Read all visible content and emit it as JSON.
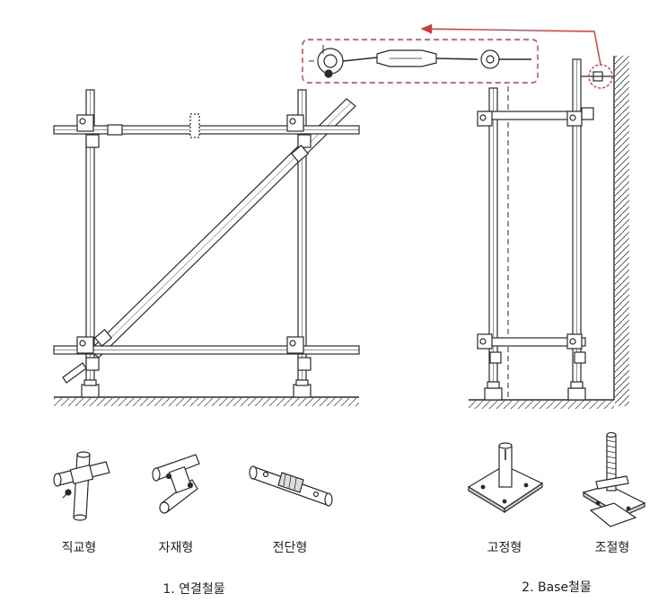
{
  "coupler_labels": {
    "right_angle": "직교형",
    "swivel": "자재형",
    "sleeve": "전단형"
  },
  "base_labels": {
    "fixed": "고정형",
    "adjustable": "조절형"
  },
  "group_titles": {
    "connection": "1. 연결철물",
    "base": "2. Base철물"
  },
  "colors": {
    "line": "#2a2a2a",
    "highlight": "#d23a3a",
    "hatch": "#555555"
  }
}
